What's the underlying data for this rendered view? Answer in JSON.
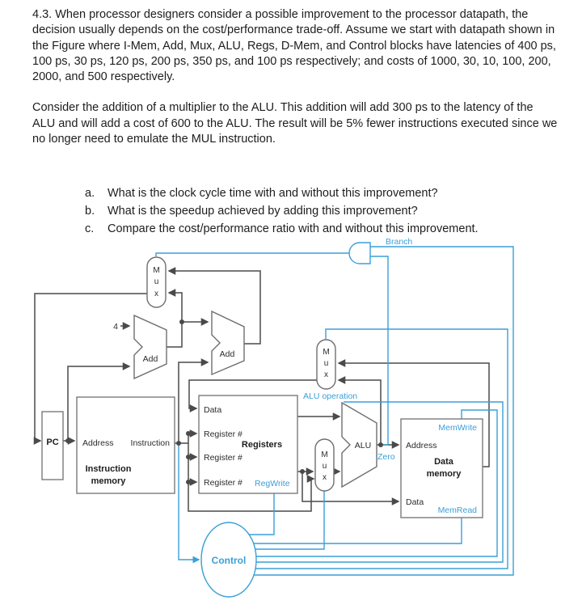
{
  "colors": {
    "wire_black": "#4a4a4a",
    "accent_blue": "#3a9fd8",
    "box_gray": "#7a7a7a",
    "text_black": "#1d1d1d"
  },
  "problem": {
    "paragraph1": "4.3. When processor designers consider a possible improvement to the processor datapath, the decision usually depends on the cost/performance trade-off. Assume we start with datapath shown in the Figure where I-Mem, Add, Mux, ALU, Regs, D-Mem, and Control blocks have latencies of 400 ps, 100 ps, 30 ps, 120 ps, 200 ps, 350 ps, and 100 ps respectively; and costs of 1000, 30, 10, 100, 200, 2000, and 500 respectively.",
    "paragraph2": "Consider the addition of a multiplier to the ALU. This addition will add 300 ps to the latency of the ALU and will add a cost of 600 to the ALU. The result will be 5% fewer instructions executed since we no longer need to emulate the MUL instruction.",
    "questions": [
      {
        "label": "a.",
        "text": "What is the clock cycle time with and without this improvement?"
      },
      {
        "label": "b.",
        "text": "What is the speedup achieved by adding this improvement?"
      },
      {
        "label": "c.",
        "text": "Compare the cost/performance ratio with and without this improvement."
      }
    ]
  },
  "diagram": {
    "pc": "PC",
    "const_four": "4",
    "add": "Add",
    "mux": {
      "m": "M",
      "u": "u",
      "x": "x"
    },
    "branch": "Branch",
    "imem": {
      "address": "Address",
      "instruction": "Instruction",
      "title1": "Instruction",
      "title2": "memory"
    },
    "registers": {
      "data": "Data",
      "register_num": "Register #",
      "title": "Registers",
      "regwrite": "RegWrite"
    },
    "alu": {
      "name": "ALU",
      "operation": "ALU operation",
      "zero": "Zero"
    },
    "dmem": {
      "memwrite": "MemWrite",
      "address": "Address",
      "title1": "Data",
      "title2": "memory",
      "data": "Data",
      "memread": "MemRead"
    },
    "control": "Control"
  }
}
